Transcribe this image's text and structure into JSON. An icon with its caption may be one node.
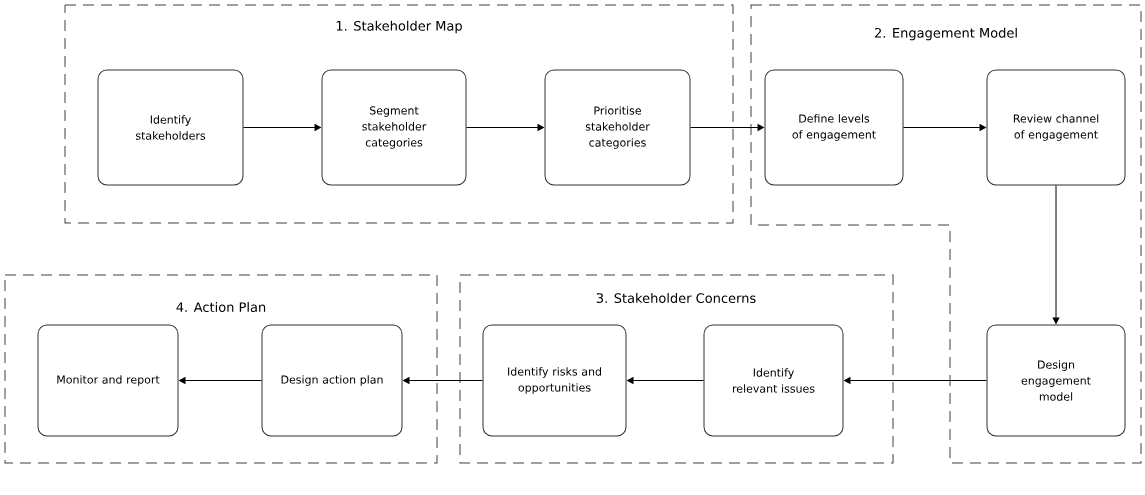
{
  "diagram": {
    "nodes": [
      {
        "text": [
          "1. Stakeholder Map"
        ]
      },
      {
        "text": [
          "Identify stakeholders"
        ],
        "in": 0
      },
      {
        "text": [
          "Segment stakeholder categories"
        ],
        "in": 0
      },
      {
        "text": [
          "Prioritise stakeholder categories"
        ],
        "in": 0
      },
      {
        "text": [
          "2. Engagement Model"
        ]
      },
      {
        "text": [
          "Define levels of engagement"
        ],
        "in": 4
      },
      {
        "text": [
          "Review channel of engagement"
        ],
        "in": 4
      },
      {
        "text": [
          "Design engagement model"
        ],
        "in": 4
      },
      {
        "text": [
          "3. Stakeholder Concerns"
        ]
      },
      {
        "text": [
          "Identify risks and opportunities"
        ],
        "in": 8
      },
      {
        "text": [
          "Identify relevant issues"
        ],
        "in": 8
      },
      {
        "text": [
          "4. Action Plan"
        ]
      },
      {
        "text": [
          "Monitor and report"
        ],
        "in": 11
      },
      {
        "text": [
          "Design action plan"
        ],
        "in": 11
      }
    ],
    "edges": [
      {
        "from": 1,
        "to": 2,
        "arrow": "to"
      },
      {
        "from": 2,
        "to": 3,
        "arrow": "to"
      },
      {
        "from": 3,
        "to": 5,
        "arrow": "to"
      },
      {
        "from": 5,
        "to": 6,
        "arrow": "to"
      },
      {
        "from": 6,
        "to": 7,
        "arrow": "to"
      },
      {
        "from": 7,
        "to": 10,
        "arrow": "to"
      },
      {
        "from": 10,
        "to": 9,
        "arrow": "to"
      },
      {
        "from": 9,
        "to": 13,
        "arrow": "to"
      },
      {
        "from": 13,
        "to": 12,
        "arrow": "to"
      }
    ]
  }
}
